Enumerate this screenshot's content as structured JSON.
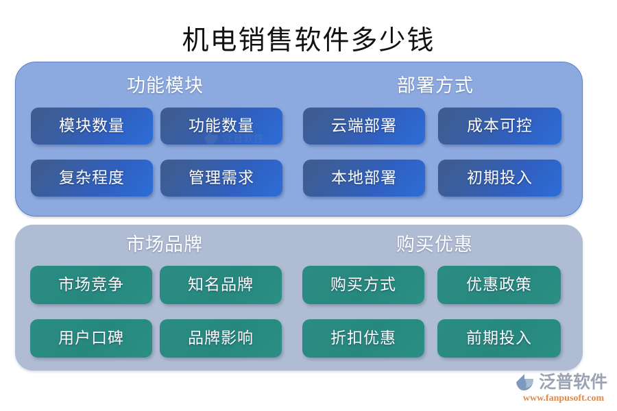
{
  "page": {
    "title": "机电销售软件多少钱",
    "background_color": "#ffffff",
    "title_color": "#111111"
  },
  "panels": [
    {
      "id": "function",
      "background_color": "#8daae0",
      "box_style": "blue-gradient",
      "box_color_from": "#3f5b8c",
      "box_color_to": "#2d6ed8",
      "columns": [
        {
          "heading": "功能模块",
          "items": [
            "模块数量",
            "复杂程度"
          ]
        },
        {
          "heading": "部署方式",
          "items": [
            "云端部署",
            "本地部署"
          ]
        }
      ],
      "extra_items": {
        "col2_row1": "功能数量",
        "col2_row2": "管理需求",
        "col4_row1": "成本可控",
        "col4_row2": "初期投入"
      }
    },
    {
      "id": "market",
      "background_color": "#b0bcd4",
      "box_style": "teal-flat",
      "box_color_from": "#2b8c83",
      "box_color_to": "#2a8f84",
      "columns": [
        {
          "heading": "市场品牌",
          "items": [
            "市场竞争",
            "用户口碑"
          ]
        },
        {
          "heading": "购买优惠",
          "items": [
            "购买方式",
            "折扣优惠"
          ]
        }
      ],
      "extra_items": {
        "col2_row1": "知名品牌",
        "col2_row2": "品牌影响",
        "col4_row1": "优惠政策",
        "col4_row2": "前期投入"
      }
    }
  ],
  "grid": {
    "function": {
      "cells": [
        "模块数量",
        "功能数量",
        "云端部署",
        "成本可控",
        "复杂程度",
        "管理需求",
        "本地部署",
        "初期投入"
      ]
    },
    "market": {
      "cells": [
        "市场竞争",
        "知名品牌",
        "购买方式",
        "优惠政策",
        "用户口碑",
        "品牌影响",
        "折扣优惠",
        "前期投入"
      ]
    }
  },
  "watermark": {
    "text": "泛普软件"
  },
  "logo": {
    "name": "泛普软件",
    "url": "www.fanpusoft.com",
    "name_color": "#9aa4b4",
    "url_color": "#e08a4a",
    "mark_color": "#6f8db8",
    "mark_accent": "#9fb3cf"
  }
}
